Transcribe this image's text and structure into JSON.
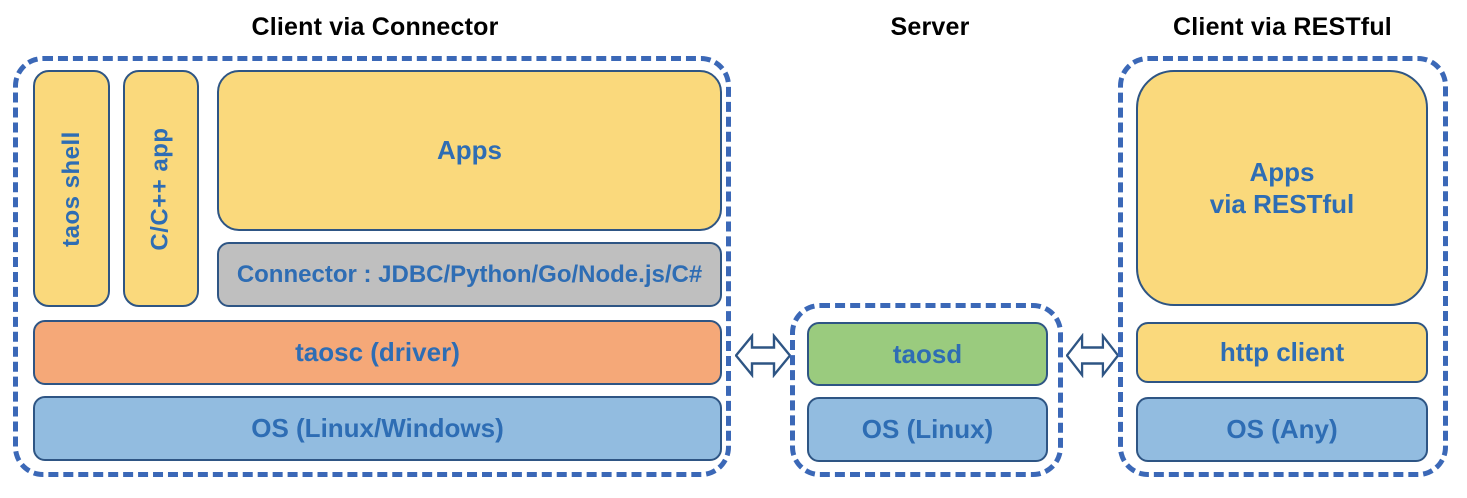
{
  "left_section": {
    "title": "Client via Connector",
    "taos_shell": "taos shell",
    "c_cpp_app": "C/C++ app",
    "apps": "Apps",
    "connector": "Connector : JDBC/Python/Go/Node.js/C#",
    "taosc": "taosc (driver)",
    "os": "OS (Linux/Windows)"
  },
  "server_section": {
    "title": "Server",
    "taosd": "taosd",
    "os": "OS (Linux)"
  },
  "rest_section": {
    "title": "Client via RESTful",
    "apps_line1": "Apps",
    "apps_line2": "via RESTful",
    "http_client": "http client",
    "os": "OS (Any)"
  },
  "icons": {
    "left_arrow": "double-arrow",
    "right_arrow": "double-arrow"
  },
  "colors": {
    "dash_blue": "#3B68B7",
    "box_border": "#2E5584",
    "label_blue": "#2E6DB4",
    "yellow": "#FAD97C",
    "gray": "#BFBFBF",
    "orange": "#F5A878",
    "os_blue": "#92BCE0",
    "green": "#9ACB7E",
    "title_black": "#000000"
  }
}
